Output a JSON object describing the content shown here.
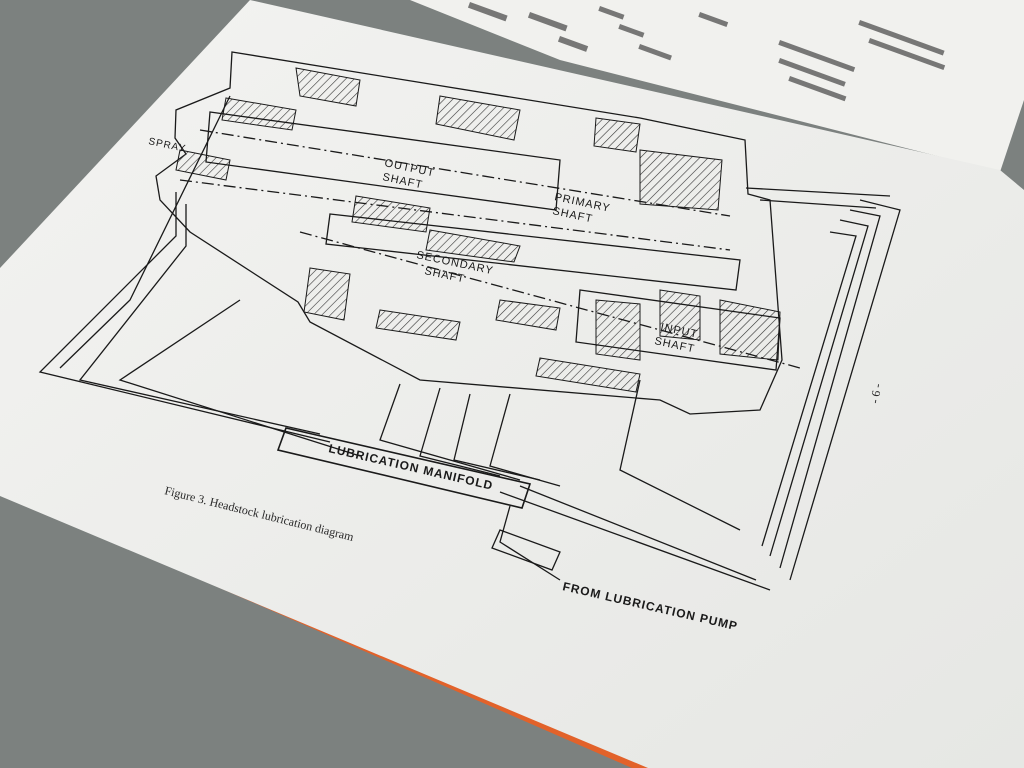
{
  "page": {
    "number": "- 6 -"
  },
  "figure": {
    "caption": "Figure 3.   Headstock lubrication diagram",
    "labels": {
      "spray": "SPRAY",
      "output_shaft_1": "OUTPUT",
      "output_shaft_2": "SHAFT",
      "primary_shaft_1": "PRIMARY",
      "primary_shaft_2": "SHAFT",
      "secondary_shaft_1": "SECONDARY",
      "secondary_shaft_2": "SHAFT",
      "input_shaft_1": "INPUT",
      "input_shaft_2": "SHAFT",
      "manifold": "LUBRICATION  MANIFOLD",
      "pump": "FROM LUBRICATION PUMP"
    }
  },
  "colors": {
    "table": "#7c817f",
    "paper": "#efefec",
    "book_edge": "#e2622a",
    "ink": "#1a1a1a"
  }
}
